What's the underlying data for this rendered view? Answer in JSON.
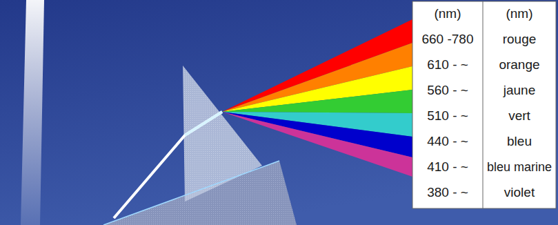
{
  "diagram": {
    "labels": [
      "(nm)",
      "(nm)",
      "660 -780",
      "rouge",
      "610 - ~",
      "orange",
      "560 - ~",
      "jaune",
      "510 - ~",
      "vert",
      "440 - ~",
      "bleu",
      "410 - ~",
      "bleu marine",
      "380 - ~",
      "violet"
    ]
  }
}
